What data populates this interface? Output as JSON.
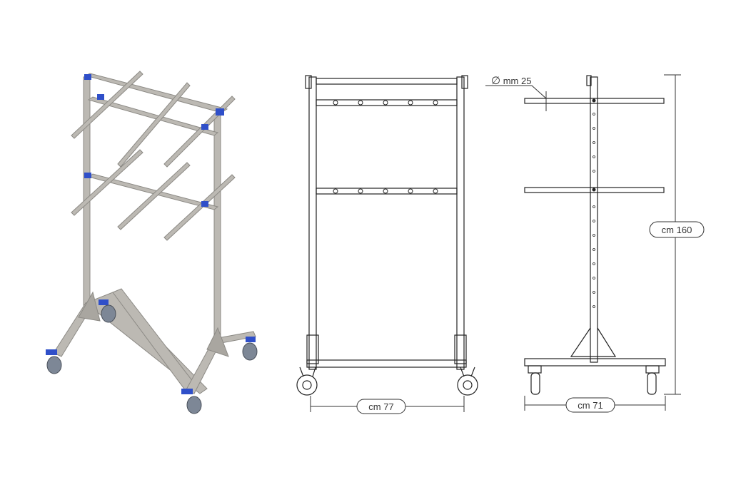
{
  "dimensions": {
    "diameter": {
      "symbol": "∅",
      "text": "mm 25"
    },
    "height": "cm 160",
    "width_front": "cm 77",
    "width_side": "cm 71"
  },
  "colors": {
    "frame": "#b9b6b0",
    "clamp": "#2f4fc9",
    "wheel": "#7d8796",
    "line": "#222222"
  }
}
